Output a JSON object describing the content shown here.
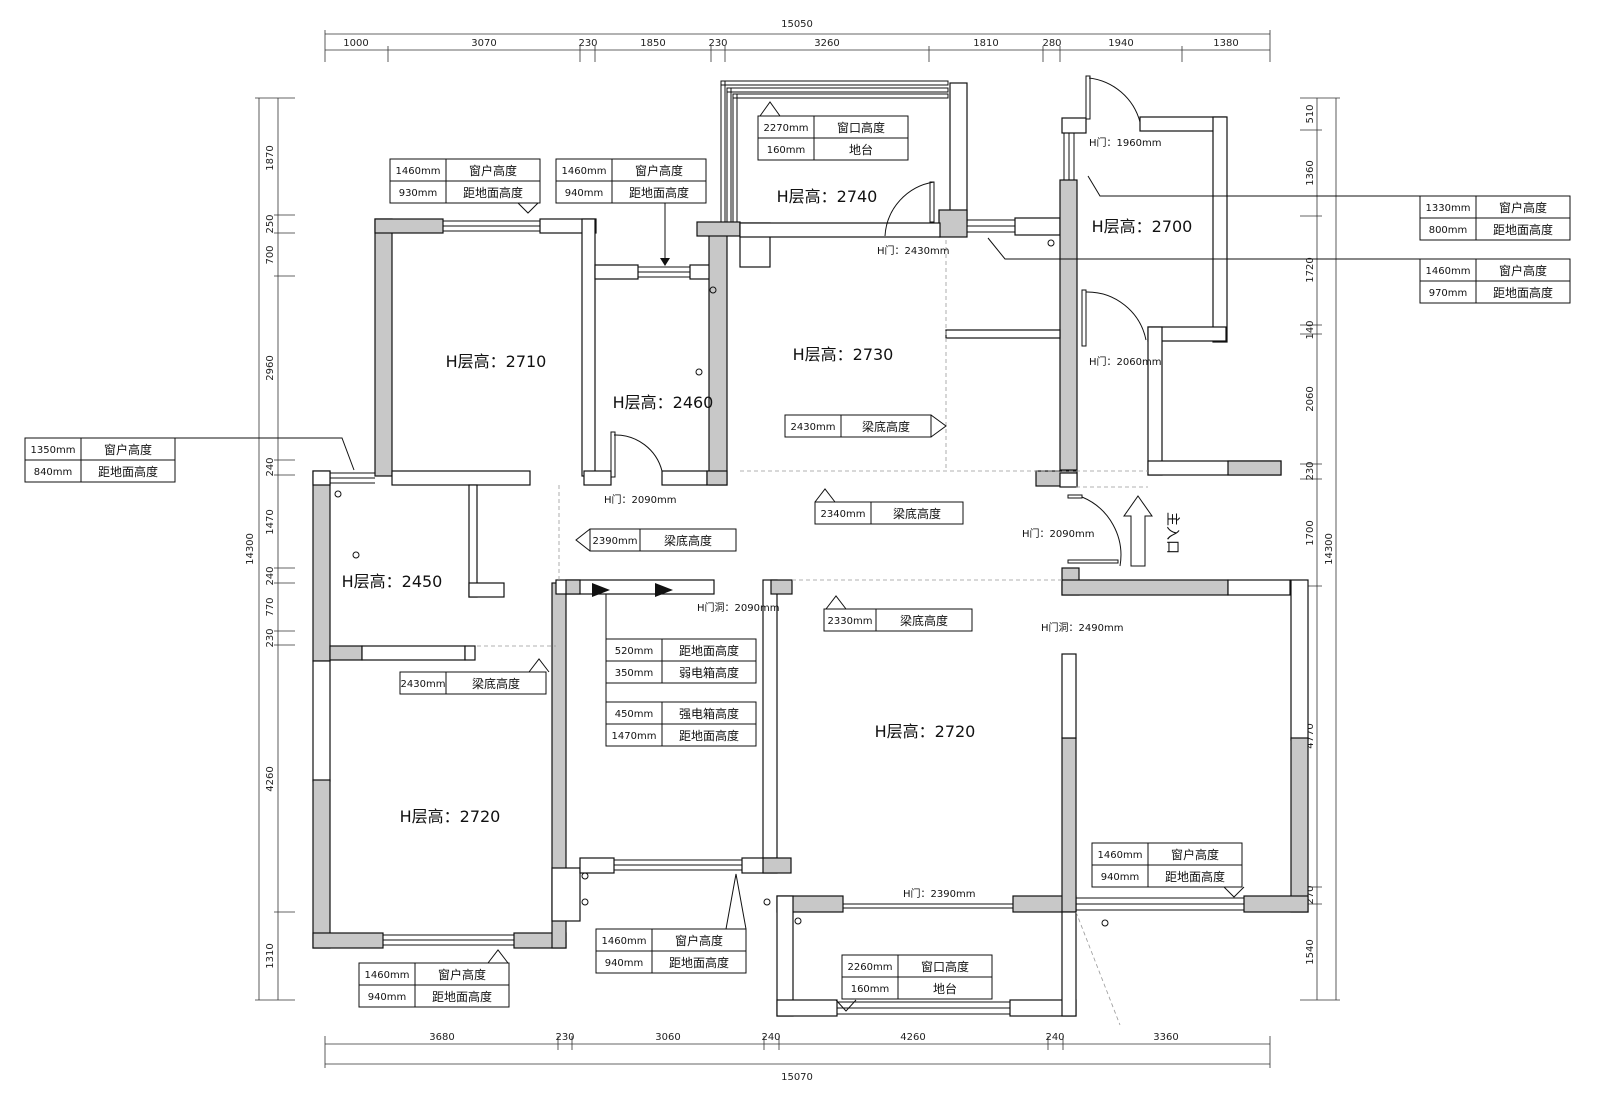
{
  "dims": {
    "top_total": "15050",
    "top_segments": [
      "1000",
      "3070",
      "230",
      "1850",
      "230",
      "3260",
      "1810",
      "280",
      "1940",
      "1380"
    ],
    "bottom_total": "15070",
    "bottom_segments": [
      "3680",
      "230",
      "3060",
      "240",
      "4260",
      "240",
      "3360"
    ],
    "left_total": "14300",
    "left_segments": [
      "1870",
      "250",
      "700",
      "2960",
      "240",
      "1470",
      "240",
      "770",
      "230",
      "4260",
      "1310"
    ],
    "right_total": "14300",
    "right_segments": [
      "510",
      "1360",
      "1720",
      "140",
      "2060",
      "230",
      "1700",
      "4770",
      "270",
      "1540"
    ]
  },
  "rooms": [
    "H层高：2710",
    "H层高：2460",
    "H层高：2740",
    "H层高：2730",
    "H层高：2700",
    "H层高：2450",
    "H层高：2720",
    "H层高：2720"
  ],
  "doors": [
    "H门：1960mm",
    "H门：2430mm",
    "H门：2060mm",
    "H门：2090mm",
    "H门：2090mm",
    "H门洞：2090mm",
    "H门洞：2490mm",
    "H门：2390mm"
  ],
  "entrance": "主入口",
  "tables": [
    {
      "r1v": "1460mm",
      "r1l": "窗户高度",
      "r2v": "930mm",
      "r2l": "距地面高度"
    },
    {
      "r1v": "1460mm",
      "r1l": "窗户高度",
      "r2v": "940mm",
      "r2l": "距地面高度"
    },
    {
      "r1v": "2270mm",
      "r1l": "窗口高度",
      "r2v": "160mm",
      "r2l": "地台"
    },
    {
      "r1v": "1330mm",
      "r1l": "窗户高度",
      "r2v": "800mm",
      "r2l": "距地面高度"
    },
    {
      "r1v": "1460mm",
      "r1l": "窗户高度",
      "r2v": "970mm",
      "r2l": "距地面高度"
    },
    {
      "r1v": "1350mm",
      "r1l": "窗户高度",
      "r2v": "840mm",
      "r2l": "距地面高度"
    },
    {
      "r1v": "520mm",
      "r1l": "距地面高度",
      "r2v": "350mm",
      "r2l": "弱电箱高度"
    },
    {
      "r1v": "450mm",
      "r1l": "强电箱高度",
      "r2v": "1470mm",
      "r2l": "距地面高度"
    },
    {
      "r1v": "1460mm",
      "r1l": "窗户高度",
      "r2v": "940mm",
      "r2l": "距地面高度"
    },
    {
      "r1v": "1460mm",
      "r1l": "窗户高度",
      "r2v": "940mm",
      "r2l": "距地面高度"
    },
    {
      "r1v": "1460mm",
      "r1l": "窗户高度",
      "r2v": "940mm",
      "r2l": "距地面高度"
    },
    {
      "r1v": "2260mm",
      "r1l": "窗口高度",
      "r2v": "160mm",
      "r2l": "地台"
    }
  ],
  "beams": [
    {
      "v": "2430mm",
      "l": "梁底高度"
    },
    {
      "v": "2340mm",
      "l": "梁底高度"
    },
    {
      "v": "2390mm",
      "l": "梁底高度"
    },
    {
      "v": "2330mm",
      "l": "梁底高度"
    },
    {
      "v": "2430mm",
      "l": "梁底高度"
    }
  ]
}
